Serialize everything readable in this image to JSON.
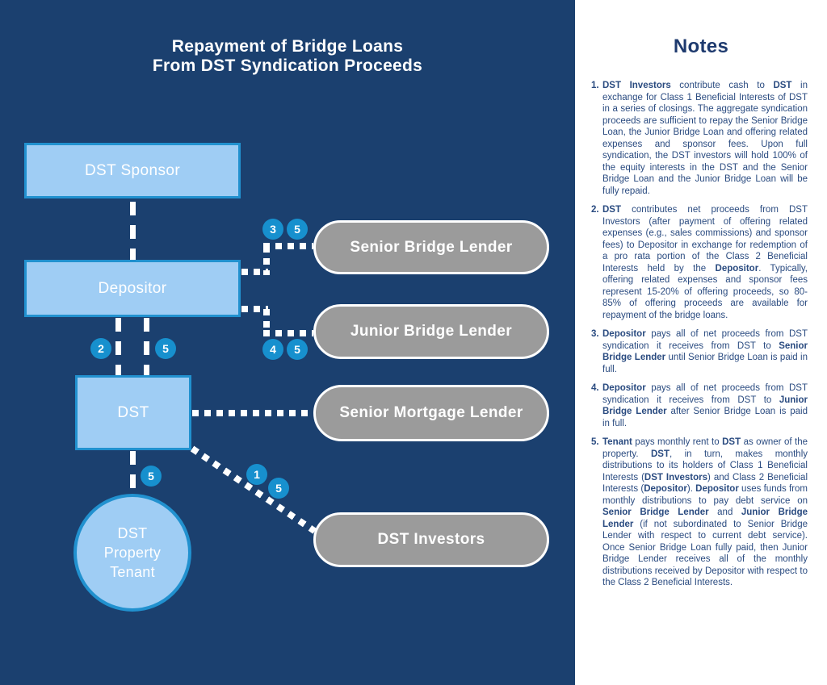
{
  "title": {
    "line1": "Repayment of Bridge Loans",
    "line2": "From DST Syndication Proceeds"
  },
  "diagram": {
    "nodes": {
      "sponsor": "DST Sponsor",
      "depositor": "Depositor",
      "dst": "DST",
      "tenant_lines": [
        "DST",
        "Property",
        "Tenant"
      ],
      "senior_bridge": "Senior Bridge Lender",
      "junior_bridge": "Junior Bridge Lender",
      "senior_mortgage": "Senior Mortgage Lender",
      "dst_investors": "DST Investors"
    },
    "badges": {
      "senior_a": "3",
      "senior_b": "5",
      "junior_a": "4",
      "junior_b": "5",
      "dep_dst_left": "2",
      "dep_dst_right": "5",
      "dst_tenant": "5",
      "investors_a": "1",
      "investors_b": "5"
    }
  },
  "notes": {
    "title": "Notes",
    "items": [
      {
        "num": "1.",
        "segments": [
          {
            "b": true,
            "t": "DST Investors"
          },
          {
            "b": false,
            "t": " contribute cash to "
          },
          {
            "b": true,
            "t": "DST"
          },
          {
            "b": false,
            "t": " in exchange for Class 1 Beneficial Interests of DST in a series of closings. The aggregate syndication proceeds are sufficient to repay the Senior Bridge Loan, the Junior Bridge Loan and offering related expenses and sponsor fees. Upon full syndication, the DST investors will hold 100% of the equity interests in the DST and the Senior Bridge Loan and the Junior Bridge Loan will be fully repaid."
          }
        ]
      },
      {
        "num": "2.",
        "segments": [
          {
            "b": true,
            "t": "DST"
          },
          {
            "b": false,
            "t": " contributes net proceeds from DST Investors (after payment of offering related expenses (e.g., sales commissions) and sponsor fees) to Depositor in exchange for redemption of a pro rata portion of the Class 2 Beneficial Interests held by the "
          },
          {
            "b": true,
            "t": "Depositor"
          },
          {
            "b": false,
            "t": ". Typically, offering related expenses and sponsor fees represent 15-20% of offering proceeds, so 80-85% of offering proceeds are available for repayment of the bridge loans."
          }
        ]
      },
      {
        "num": "3.",
        "segments": [
          {
            "b": true,
            "t": "Depositor"
          },
          {
            "b": false,
            "t": " pays all of net proceeds from DST syndication it receives from DST to "
          },
          {
            "b": true,
            "t": "Senior Bridge Lender"
          },
          {
            "b": false,
            "t": " until Senior Bridge Loan is paid in full."
          }
        ]
      },
      {
        "num": "4.",
        "segments": [
          {
            "b": true,
            "t": "Depositor"
          },
          {
            "b": false,
            "t": " pays all of net proceeds from DST syndication it receives from DST to "
          },
          {
            "b": true,
            "t": "Junior Bridge Lender"
          },
          {
            "b": false,
            "t": " after Senior Bridge Loan is paid in full."
          }
        ]
      },
      {
        "num": "5.",
        "segments": [
          {
            "b": true,
            "t": "Tenant"
          },
          {
            "b": false,
            "t": " pays monthly rent to "
          },
          {
            "b": true,
            "t": "DST"
          },
          {
            "b": false,
            "t": " as owner of the property. "
          },
          {
            "b": true,
            "t": "DST"
          },
          {
            "b": false,
            "t": ", in turn, makes monthly distributions to its holders of Class 1 Beneficial Interests ("
          },
          {
            "b": true,
            "t": "DST Investors"
          },
          {
            "b": false,
            "t": ") and Class 2 Beneficial Interests ("
          },
          {
            "b": true,
            "t": "Depositor"
          },
          {
            "b": false,
            "t": "). "
          },
          {
            "b": true,
            "t": "Depositor"
          },
          {
            "b": false,
            "t": " uses funds from monthly distributions to pay debt service on "
          },
          {
            "b": true,
            "t": "Senior Bridge Lender"
          },
          {
            "b": false,
            "t": " and "
          },
          {
            "b": true,
            "t": "Junior Bridge Lender"
          },
          {
            "b": false,
            "t": " (if not subordinated to Senior Bridge Lender with respect to current debt service). Once Senior Bridge Loan fully paid, then Junior Bridge Lender receives all of the monthly distributions received by Depositor with respect to the Class 2 Beneficial Interests."
          }
        ]
      }
    ]
  },
  "colors": {
    "background_navy": "#1B406F",
    "node_fill": "#9FCDF4",
    "node_border": "#2191CF",
    "badge_fill": "#1790CE",
    "pill_fill": "#9B9B9B",
    "pill_border": "#FFFFFF",
    "connector": "#FFFFFF",
    "notes_heading": "#1E3A6E",
    "notes_text": "#2A4B80"
  }
}
